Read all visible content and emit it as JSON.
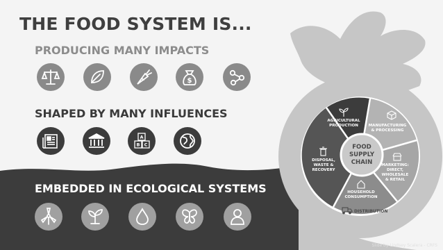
{
  "title": "THE FOOD SYSTEM IS...",
  "sections": [
    {
      "heading": "PRODUCING MANY IMPACTS",
      "icons": [
        "scales-icon",
        "leaf-icon",
        "carrot-icon",
        "money-bag-icon",
        "share-network-icon"
      ]
    },
    {
      "heading": "SHAPED BY MANY INFLUENCES",
      "icons": [
        "newspaper-icon",
        "government-building-icon",
        "abc-blocks-icon",
        "globe-icon"
      ]
    },
    {
      "heading": "EMBEDDED IN ECOLOGICAL SYSTEMS",
      "icons": [
        "wind-turbine-icon",
        "seedling-icon",
        "water-drop-icon",
        "butterfly-icon",
        "person-icon"
      ]
    }
  ],
  "wheel": {
    "center": [
      "FOOD",
      "SUPPLY",
      "CHAIN"
    ],
    "segments": [
      {
        "icon": "sprout-icon",
        "lines": [
          "AGRICULTURAL",
          "PRODUCTION"
        ]
      },
      {
        "icon": "box-icon",
        "lines": [
          "MANUFACTURING",
          "& PROCESSING"
        ]
      },
      {
        "icon": "shop-icon",
        "lines": [
          "MARKETING:",
          "DIRECT,",
          "WHOLESALE",
          "& RETAIL"
        ]
      },
      {
        "icon": "house-icon",
        "lines": [
          "HOUSEHOLD",
          "CONSUMPTION"
        ]
      },
      {
        "icon": "trash-icon",
        "lines": [
          "DISPOSAL,",
          "WASTE &",
          "RECOVERY"
        ]
      }
    ],
    "distribution": "DISTRIBUTION"
  },
  "credit": "Slide by Lindsey Scalera - CRFS",
  "colors": {
    "dark": "#3c3c3c",
    "mid": "#8a8a8a",
    "light": "#c6c6c6",
    "bg": "#f4f4f4"
  }
}
